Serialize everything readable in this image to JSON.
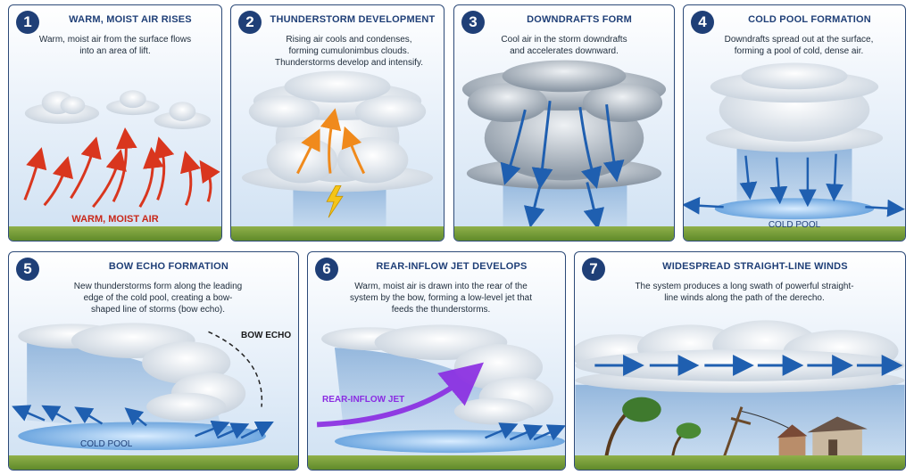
{
  "panels": [
    {
      "num": "1",
      "title": "WARM, MOIST AIR RISES",
      "desc": "Warm, moist air from the surface flows into an area of lift.",
      "label": "WARM, MOIST AIR"
    },
    {
      "num": "2",
      "title": "THUNDERSTORM DEVELOPMENT",
      "desc": "Rising air cools and condenses, forming cumulonimbus clouds. Thunderstorms develop and intensify."
    },
    {
      "num": "3",
      "title": "DOWNDRAFTS FORM",
      "desc": "Cool air in the storm downdrafts and accelerates downward."
    },
    {
      "num": "4",
      "title": "COLD POOL FORMATION",
      "desc": "Downdrafts spread out at the surface, forming a pool of cold, dense air.",
      "label": "COLD POOL"
    },
    {
      "num": "5",
      "title": "BOW ECHO FORMATION",
      "desc": "New thunderstorms form along the leading edge of the cold pool, creating a bow-shaped line of storms (bow echo).",
      "label": "COLD POOL",
      "label2": "BOW ECHO"
    },
    {
      "num": "6",
      "title": "REAR-INFLOW JET DEVELOPS",
      "desc": "Warm, moist air is drawn into the rear of the system by the bow, forming a low-level jet that feeds the thunderstorms.",
      "label": "REAR-INFLOW JET"
    },
    {
      "num": "7",
      "title": "WIDESPREAD STRAIGHT-LINE WINDS",
      "desc": "The system produces a long swath of powerful straight-line winds along the path of the derecho."
    }
  ],
  "colors": {
    "border": "#2d4a78",
    "badge": "#1f3f77",
    "warm": "#d9361e",
    "cold": "#1f5fb0",
    "jet": "#8a2be2"
  }
}
